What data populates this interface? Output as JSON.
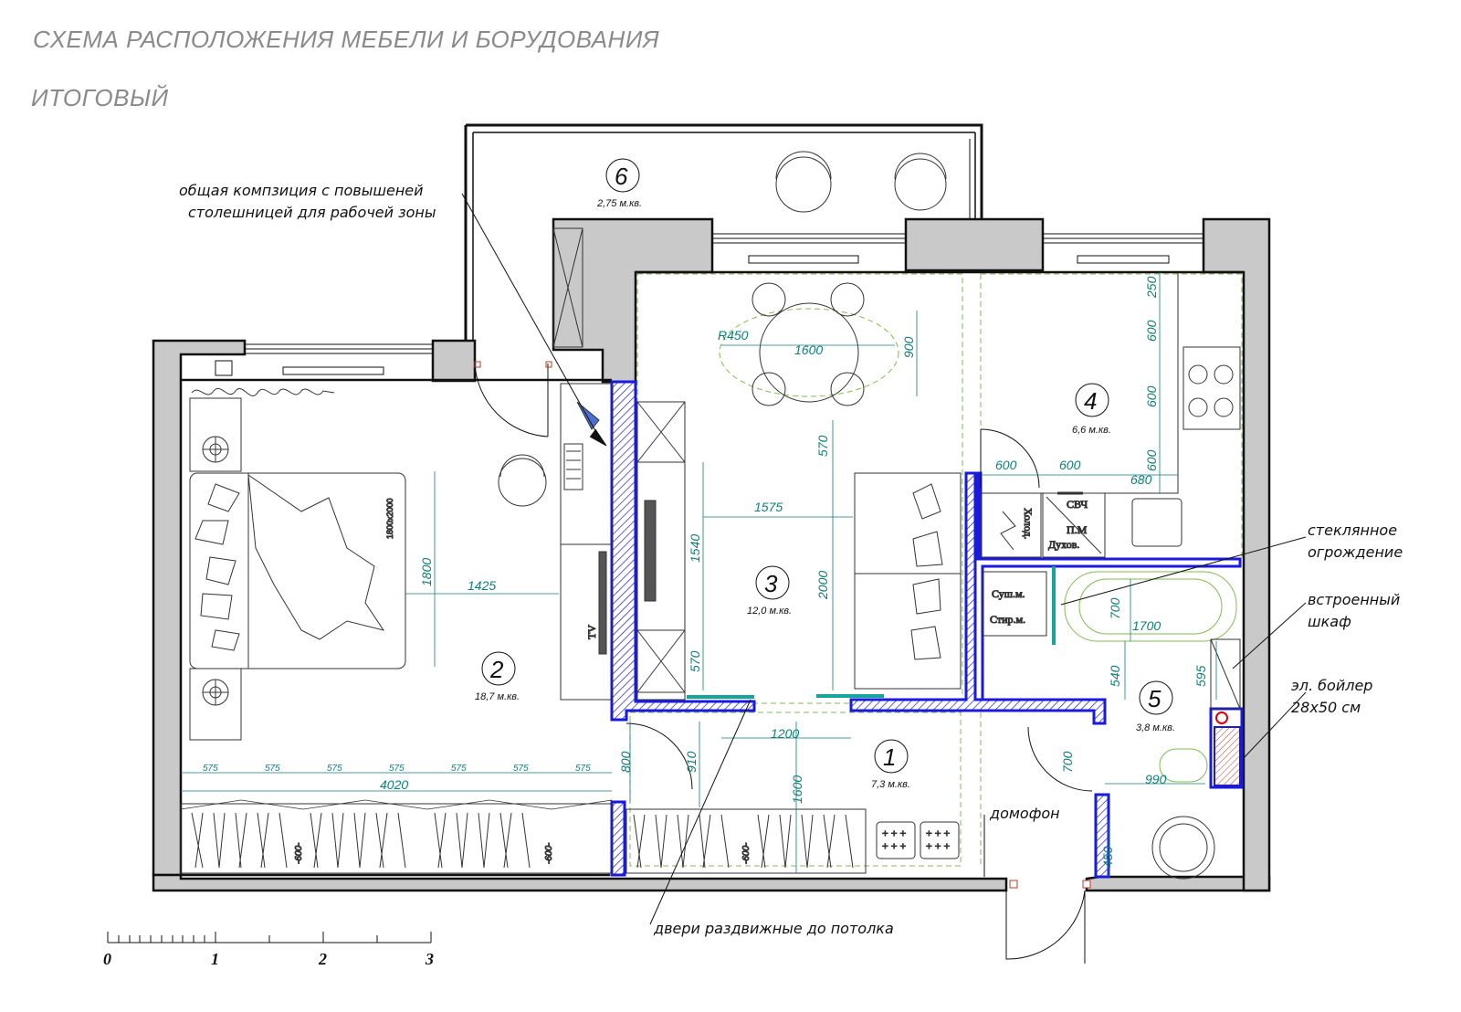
{
  "header": {
    "title": "СХЕМА РАСПОЛОЖЕНИЯ МЕБЕЛИ И БОРУДОВАНИЯ",
    "subtitle": "ИТОГОВЫЙ"
  },
  "rooms": [
    {
      "number": "1",
      "area": "7,3 м.кв."
    },
    {
      "number": "2",
      "area": "18,7 м.кв."
    },
    {
      "number": "3",
      "area": "12,0 м.кв."
    },
    {
      "number": "4",
      "area": "6,6 м.кв."
    },
    {
      "number": "5",
      "area": "3,8 м.кв."
    },
    {
      "number": "6",
      "area": "2,75 м.кв."
    }
  ],
  "annotations": {
    "composition_line1": "общая компзиция с повышеней",
    "composition_line2": "столешницей для рабочей зоны",
    "glass_line1": "стеклянное",
    "glass_line2": "огрождение",
    "builtin_line1": "встроенный",
    "builtin_line2": "шкаф",
    "boiler_line1": "эл. бойлер",
    "boiler_line2": "28x50 см",
    "intercom": "домофон",
    "sliding_doors": "двери раздвижные до потолка"
  },
  "dimensions": {
    "d_r450": "R450",
    "d_1600_table": "1600",
    "d_900": "900",
    "d_570_top": "570",
    "d_1575": "1575",
    "d_1540": "1540",
    "d_2000": "2000",
    "d_570_bottom": "570",
    "d_1800": "1800",
    "d_1425": "1425",
    "d_bed": "1800x2000",
    "d_1200": "1200",
    "d_800": "800",
    "d_910": "910",
    "d_1600_hall": "1600",
    "d_4020": "4020",
    "d_575_1": "575",
    "d_575_2": "575",
    "d_575_3": "575",
    "d_575_4": "575",
    "d_575_5": "575",
    "d_575_6": "575",
    "d_575_7": "575",
    "d_600_w1": "-600-",
    "d_600_w2": "-600-",
    "d_600_w3": "-600-",
    "d_250": "250",
    "d_600_k1": "600",
    "d_600_k2": "600",
    "d_600_k3": "600",
    "d_600_k4": "600",
    "d_600_k5": "600",
    "d_680": "680",
    "d_700_bath": "700",
    "d_1700": "1700",
    "d_540": "540",
    "d_595": "595",
    "d_700_door": "700",
    "d_990": "990",
    "d_450": "450"
  },
  "appliances": {
    "fridge": "Холод.",
    "microwave": "СВЧ",
    "dishwasher": "П.М",
    "oven": "Духов.",
    "dryer": "Суш.м.",
    "washer": "Стир.м.",
    "tv": "TV"
  },
  "scale": {
    "labels": [
      "0",
      "1",
      "2",
      "3"
    ]
  },
  "colors": {
    "wall_fill": "#c9c9c9",
    "new_partition": "#1a1adc",
    "dimension": "#0b7f7c",
    "accent_teal": "#16a59a",
    "zone_dash": "#7fbf4d",
    "header_gray": "#8a8a8a",
    "hatch_red": "#c0392b"
  }
}
